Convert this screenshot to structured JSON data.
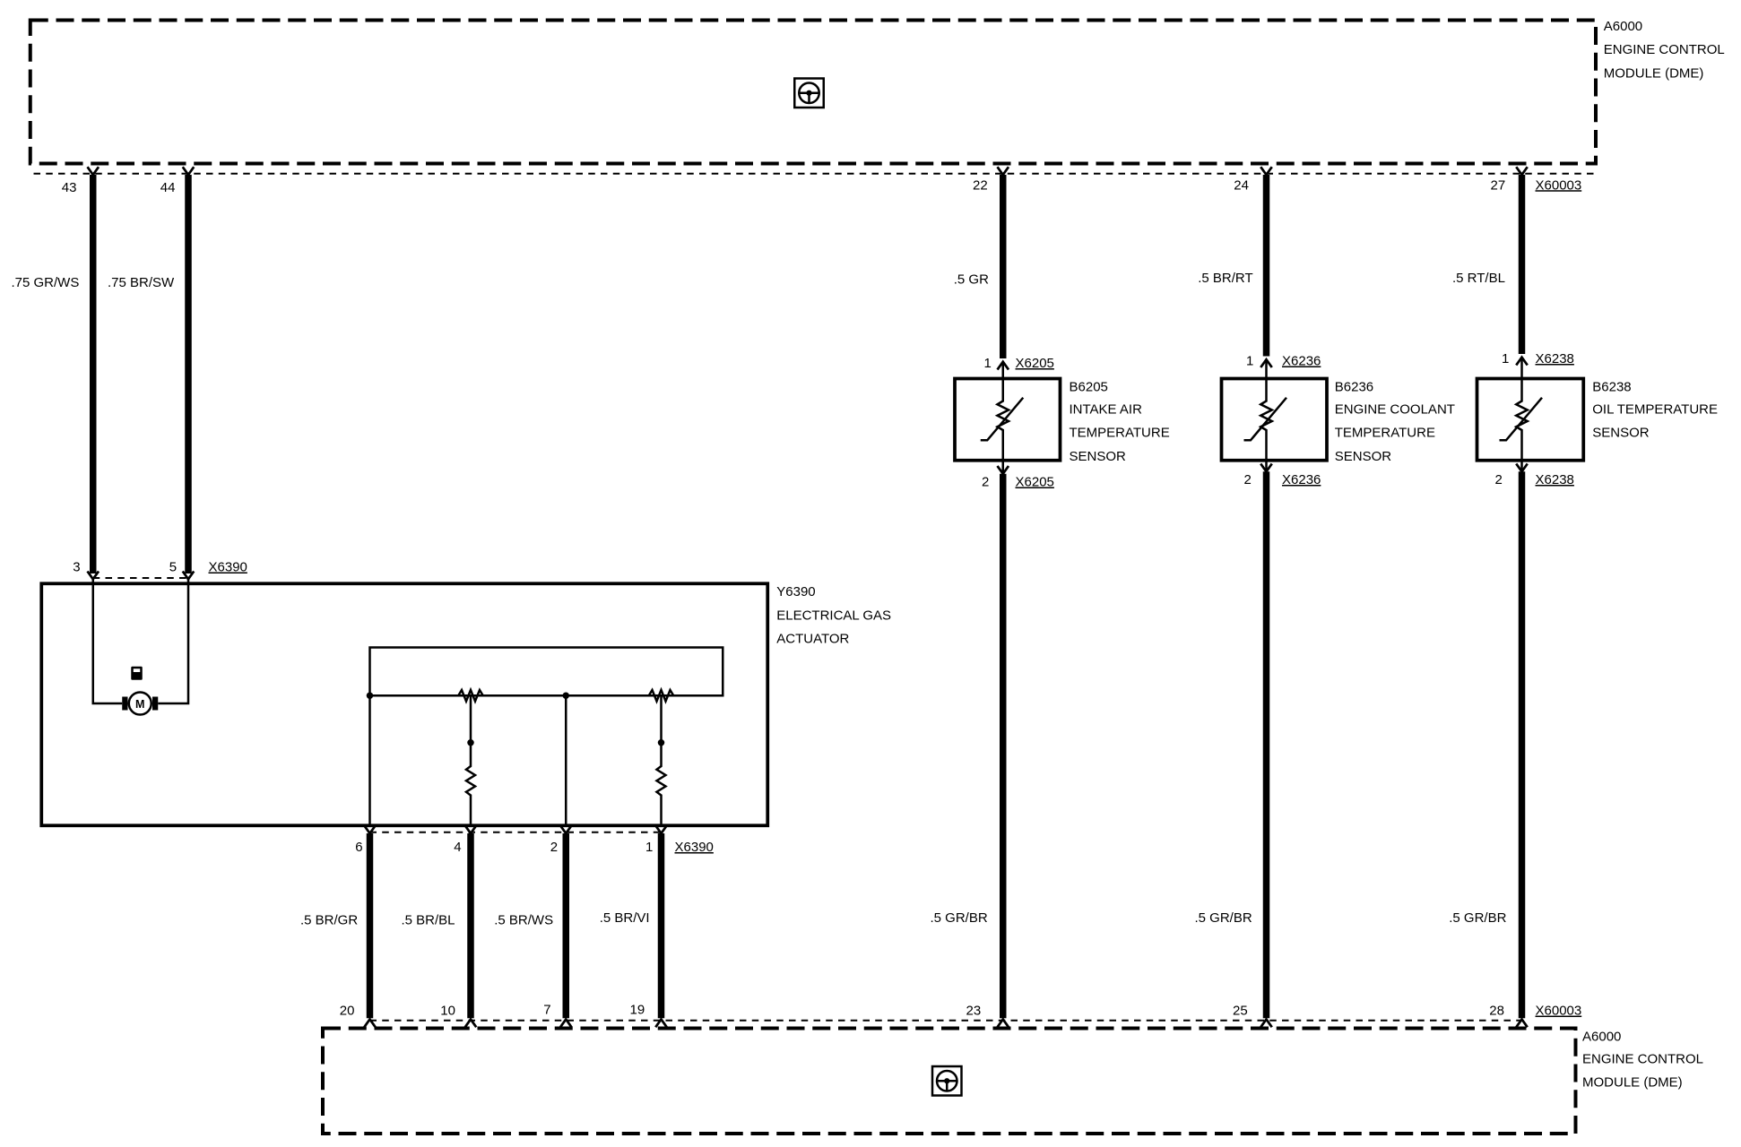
{
  "modules": {
    "top": {
      "id": "A6000",
      "name_line1": "ENGINE CONTROL",
      "name_line2": "MODULE (DME)",
      "connector": "X60003",
      "icon": "dme-control-unit-icon",
      "pins": [
        "43",
        "44",
        "22",
        "24",
        "27"
      ]
    },
    "bottom": {
      "id": "A6000",
      "name_line1": "ENGINE CONTROL",
      "name_line2": "MODULE (DME)",
      "connector": "X60003",
      "icon": "dme-control-unit-icon",
      "pins": [
        "20",
        "10",
        "7",
        "19",
        "23",
        "25",
        "28"
      ]
    }
  },
  "actuator": {
    "id": "Y6390",
    "name_line1": "ELECTRICAL GAS",
    "name_line2": "ACTUATOR",
    "connector": "X6390",
    "top_pins": [
      "3",
      "5"
    ],
    "bottom_pins": [
      "6",
      "4",
      "2",
      "1"
    ],
    "motor_label": "M",
    "motor_icon": "actuator-motor-symbol-icon"
  },
  "sensors": [
    {
      "id": "B6205",
      "name_lines": [
        "INTAKE AIR",
        "TEMPERATURE",
        "SENSOR"
      ],
      "connector": "X6205",
      "pin_top": "1",
      "pin_bottom": "2"
    },
    {
      "id": "B6236",
      "name_lines": [
        "ENGINE COOLANT",
        "TEMPERATURE",
        "SENSOR"
      ],
      "connector": "X6236",
      "pin_top": "1",
      "pin_bottom": "2"
    },
    {
      "id": "B6238",
      "name_lines": [
        "OIL TEMPERATURE",
        "SENSOR"
      ],
      "connector": "X6238",
      "pin_top": "1",
      "pin_bottom": "2"
    }
  ],
  "wires": {
    "module_to_actuator": [
      ".75 GR/WS",
      ".75 BR/SW"
    ],
    "actuator_to_module": [
      ".5 BR/GR",
      ".5 BR/BL",
      ".5 BR/WS",
      ".5 BR/VI"
    ],
    "module_to_sensors": [
      ".5 GR",
      ".5 BR/RT",
      ".5 RT/BL"
    ],
    "sensors_to_module": [
      ".5 GR/BR",
      ".5 GR/BR",
      ".5 GR/BR"
    ]
  },
  "colors": {
    "ink": "#000000",
    "background": "#ffffff"
  }
}
